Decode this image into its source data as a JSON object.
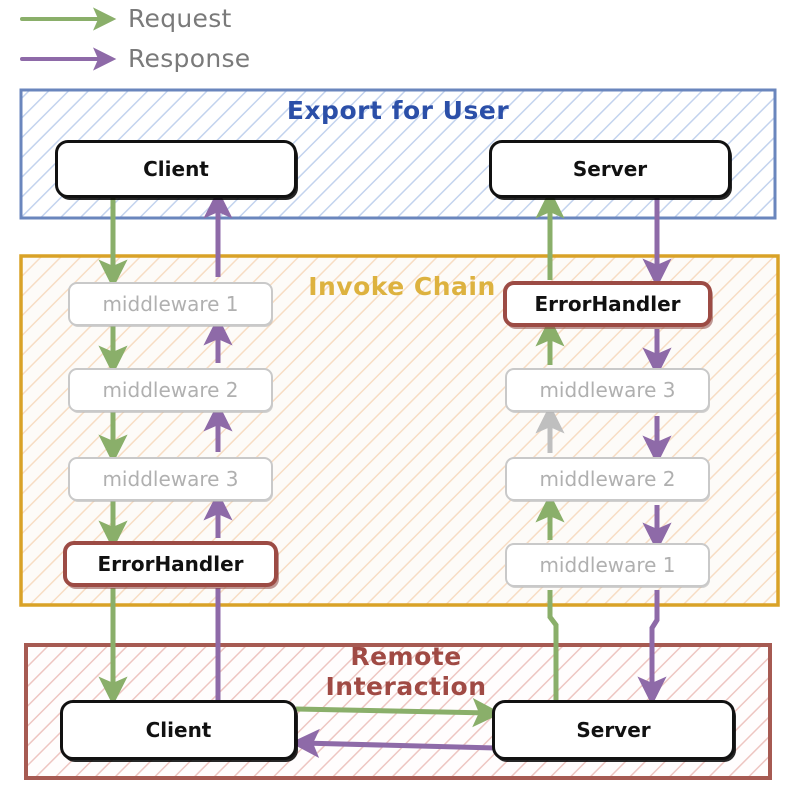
{
  "legend": {
    "items": [
      {
        "label": "Request",
        "color": "#8aaf6a",
        "icon": "arrow-right-icon"
      },
      {
        "label": "Response",
        "color": "#8e6aa8",
        "icon": "arrow-right-icon"
      }
    ]
  },
  "panels": [
    {
      "id": "export-for-user",
      "title": "Export for User",
      "title_color": "#2b4fa8",
      "border_color": "#6a86bd",
      "hatch_color": "#c3d3ee"
    },
    {
      "id": "invoke-chain",
      "title": "Invoke Chain",
      "title_color": "#ddb23f",
      "border_color": "#d9a227",
      "hatch_color": "#f5d9bd"
    },
    {
      "id": "remote-interaction",
      "title_line1": "Remote",
      "title_line2": "Interaction",
      "title": "Remote Interaction",
      "title_color": "#a04a44",
      "border_color": "#a65a52",
      "hatch_color": "#eec6c2"
    }
  ],
  "nodes": {
    "top_client": {
      "label": "Client",
      "style": "solid"
    },
    "top_server": {
      "label": "Server",
      "style": "solid"
    },
    "left_mw1": {
      "label": "middleware 1",
      "style": "muted"
    },
    "left_mw2": {
      "label": "middleware 2",
      "style": "muted"
    },
    "left_mw3": {
      "label": "middleware 3",
      "style": "muted"
    },
    "left_err": {
      "label": "ErrorHandler",
      "style": "err"
    },
    "right_err": {
      "label": "ErrorHandler",
      "style": "err"
    },
    "right_mw3": {
      "label": "middleware 3",
      "style": "muted"
    },
    "right_mw2": {
      "label": "middleware 2",
      "style": "muted"
    },
    "right_mw1": {
      "label": "middleware 1",
      "style": "muted"
    },
    "bottom_client": {
      "label": "Client",
      "style": "solid"
    },
    "bottom_server": {
      "label": "Server",
      "style": "solid"
    }
  },
  "colors": {
    "request": "#8aaf6a",
    "response": "#8e6aa8",
    "inactive": "#bfbfbf",
    "node_stroke": "#111111",
    "muted_stroke": "#c9c9c9",
    "error_stroke": "#9c4b44"
  },
  "flow": {
    "request_chain_left": [
      "Client",
      "middleware 1",
      "middleware 2",
      "middleware 3",
      "ErrorHandler",
      "Client"
    ],
    "response_chain_right": [
      "Server",
      "ErrorHandler",
      "middleware 3",
      "middleware 2",
      "middleware 1",
      "Server"
    ],
    "remote_request_label": "Client to Server",
    "remote_response_label": "Server to Client"
  }
}
